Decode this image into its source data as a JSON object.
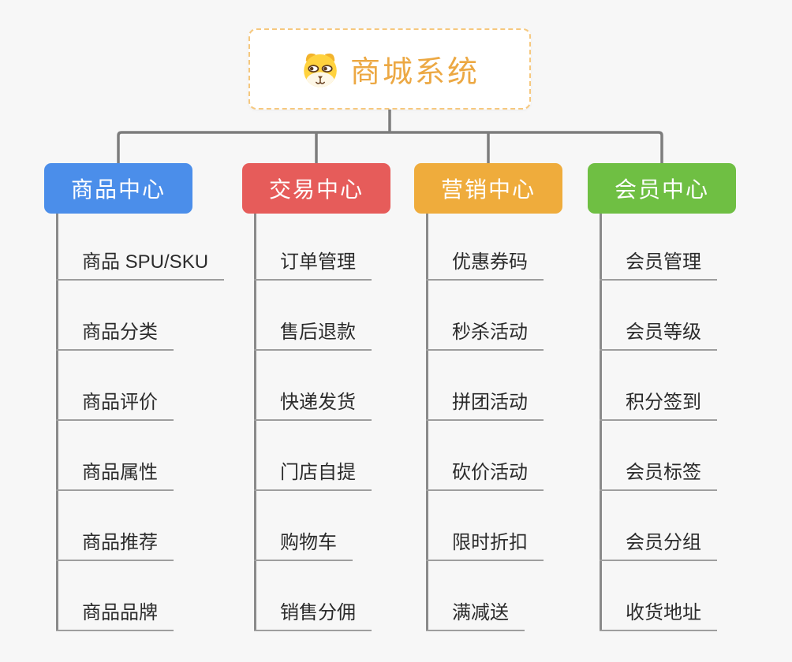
{
  "root": {
    "title": "商城系统",
    "icon": "dog-face-icon"
  },
  "branches": [
    {
      "label": "商品中心",
      "color": "#4B8EEA",
      "children": [
        "商品 SPU/SKU",
        "商品分类",
        "商品评价",
        "商品属性",
        "商品推荐",
        "商品品牌"
      ]
    },
    {
      "label": "交易中心",
      "color": "#E65C5A",
      "children": [
        "订单管理",
        "售后退款",
        "快递发货",
        "门店自提",
        "购物车",
        "销售分佣"
      ]
    },
    {
      "label": "营销中心",
      "color": "#EFAC3C",
      "children": [
        "优惠券码",
        "秒杀活动",
        "拼团活动",
        "砍价活动",
        "限时折扣",
        "满减送"
      ]
    },
    {
      "label": "会员中心",
      "color": "#6FBF43",
      "children": [
        "会员管理",
        "会员等级",
        "积分签到",
        "会员标签",
        "会员分组",
        "收货地址"
      ]
    }
  ],
  "colors": {
    "background": "#F7F7F7",
    "root_border": "#F6C87E",
    "root_title": "#ECA843",
    "connector": "#7D7D7D",
    "spine": "#8A8A8A",
    "underline": "#9E9E9E",
    "leaf_text": "#2B2B2B"
  }
}
